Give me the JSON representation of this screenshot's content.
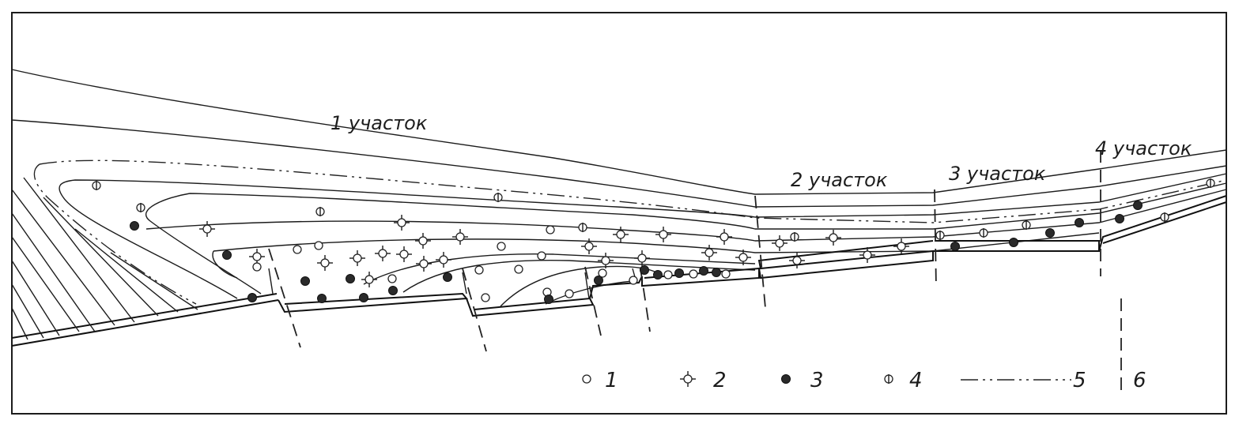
{
  "section_labels": {
    "section1": "1 участок",
    "section2": "2 участок",
    "section3": "3 участок",
    "section4": "4 участок"
  },
  "legend": {
    "item1": "1",
    "item2": "2",
    "item3": "3",
    "item4": "4",
    "item5": "5",
    "item6": "6"
  },
  "symbol_kinds": {
    "1": "open-circle",
    "2": "circle-with-cross-ticks",
    "3": "filled-circle",
    "4": "circle-with-vertical-bar",
    "5": "dash-dot-line",
    "6": "vertical-dashed-line"
  }
}
